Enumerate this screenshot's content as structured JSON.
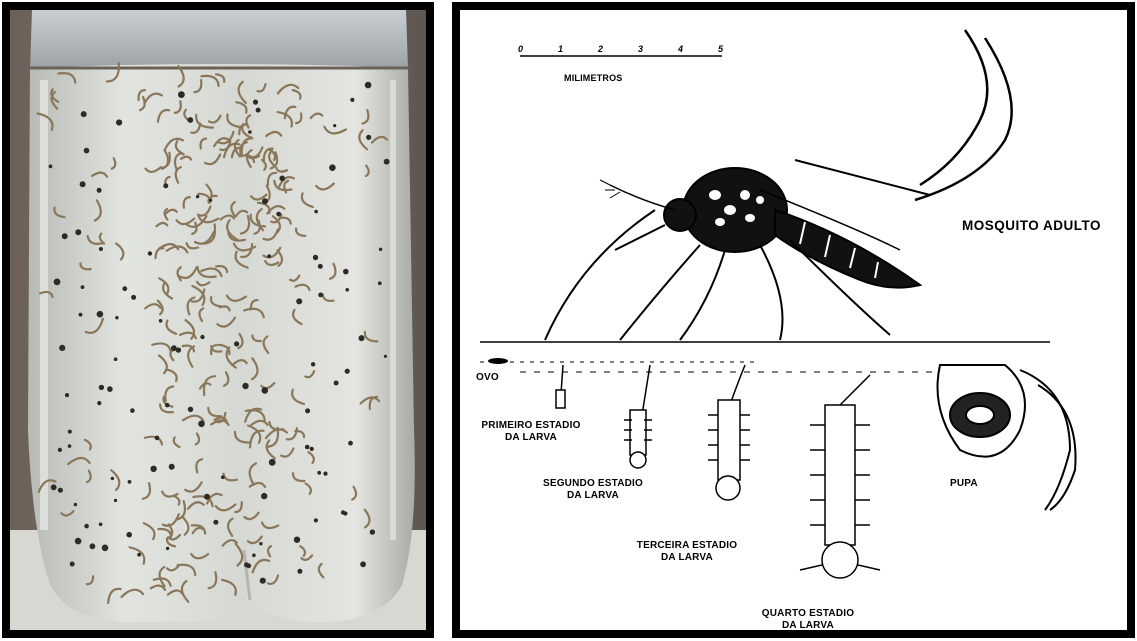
{
  "photo": {
    "subject": "larvas-em-garrafa"
  },
  "diagram": {
    "scale": {
      "ticks": [
        "0",
        "1",
        "2",
        "3",
        "4",
        "5"
      ],
      "unit_label": "MILIMETROS"
    },
    "labels": {
      "adult": "MOSQUITO ADULTO",
      "egg": "OVO",
      "larva1_line1": "PRIMEIRO ESTADIO",
      "larva1_line2": "DA LARVA",
      "larva2_line1": "SEGUNDO ESTADIO",
      "larva2_line2": "DA LARVA",
      "larva3_line1": "TERCEIRA ESTADIO",
      "larva3_line2": "DA LARVA",
      "larva4_line1": "QUARTO ESTADIO",
      "larva4_line2": "DA LARVA",
      "pupa": "PUPA"
    }
  }
}
